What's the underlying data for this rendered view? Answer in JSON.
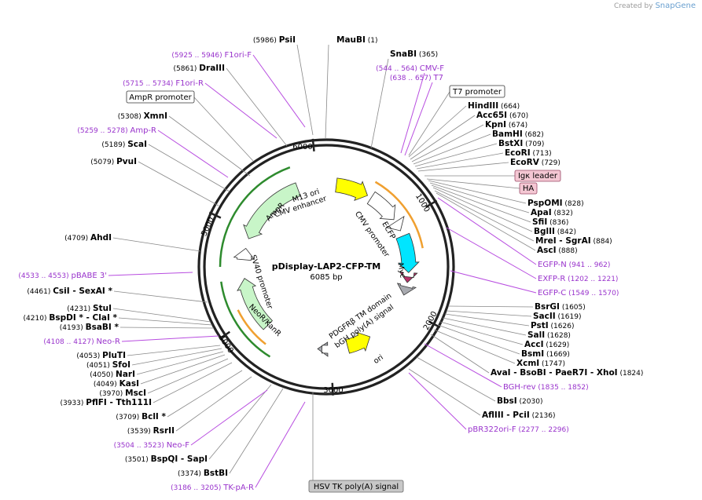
{
  "credit": {
    "prefix": "Created by",
    "brand": "SnapGene"
  },
  "plasmid": {
    "name": "pDisplay-LAP2-CFP-TM",
    "length_label": "6085 bp"
  },
  "ticks": [
    "1000",
    "2000",
    "3000",
    "4000",
    "5000",
    "6000"
  ],
  "features": [
    "M13 ori",
    "CMV enhancer",
    "CMV promoter",
    "ECFP",
    "Myc",
    "PDGFRβ TM domain",
    "bGH poly(A) signal",
    "ori",
    "SV40 promoter",
    "NeoR/KanR",
    "AmpR"
  ],
  "colors": {
    "ampr": "#c8f5c8",
    "neor": "#c8f5c8",
    "ecfp": "#00e5ff",
    "ori": "#ffff00",
    "cmv_enh": "#ffffff",
    "myc": "#b8336a",
    "tm": "#a8aab0",
    "polya": "#a8aab0",
    "site_label": "#9933cc",
    "primer_line": "#b84de0",
    "orange": "#f0a030",
    "green": "#2e8b2e"
  },
  "sites": [
    {
      "pos": "(5986)",
      "name": "PsiI"
    },
    {
      "pos": "(1)",
      "name": "MauBI"
    },
    {
      "pos": "(365)",
      "name": "SnaBI"
    },
    {
      "pos": "(664)",
      "name": "HindIII"
    },
    {
      "pos": "(670)",
      "name": "Acc65I"
    },
    {
      "pos": "(674)",
      "name": "KpnI"
    },
    {
      "pos": "(682)",
      "name": "BamHI"
    },
    {
      "pos": "(709)",
      "name": "BstXI"
    },
    {
      "pos": "(713)",
      "name": "EcoRI"
    },
    {
      "pos": "(729)",
      "name": "EcoRV"
    },
    {
      "pos": "(828)",
      "name": "PspOMI"
    },
    {
      "pos": "(832)",
      "name": "ApaI"
    },
    {
      "pos": "(836)",
      "name": "SfiI"
    },
    {
      "pos": "(842)",
      "name": "BglII"
    },
    {
      "pos": "(884)",
      "name": "MreI - SgrAI"
    },
    {
      "pos": "(888)",
      "name": "AscI"
    },
    {
      "pos": "(1605)",
      "name": "BsrGI"
    },
    {
      "pos": "(1619)",
      "name": "SacII"
    },
    {
      "pos": "(1626)",
      "name": "PstI"
    },
    {
      "pos": "(1628)",
      "name": "SalI"
    },
    {
      "pos": "(1629)",
      "name": "AccI"
    },
    {
      "pos": "(1669)",
      "name": "BsmI"
    },
    {
      "pos": "(1747)",
      "name": "XcmI"
    },
    {
      "pos": "(1824)",
      "name": "AvaI - BsoBI - PaeR7I - XhoI"
    },
    {
      "pos": "(2030)",
      "name": "BbsI"
    },
    {
      "pos": "(2136)",
      "name": "AflIII - PciI"
    },
    {
      "pos": "(3374)",
      "name": "BstBI"
    },
    {
      "pos": "(3501)",
      "name": "BspQI - SapI"
    },
    {
      "pos": "(3539)",
      "name": "RsrII"
    },
    {
      "pos": "(3709)",
      "name": "BclI *"
    },
    {
      "pos": "(3933)",
      "name": "PflFI - Tth111I"
    },
    {
      "pos": "(3970)",
      "name": "MscI"
    },
    {
      "pos": "(4049)",
      "name": "KasI"
    },
    {
      "pos": "(4050)",
      "name": "NarI"
    },
    {
      "pos": "(4051)",
      "name": "SfoI"
    },
    {
      "pos": "(4053)",
      "name": "PluTI"
    },
    {
      "pos": "(4193)",
      "name": "BsaBI *"
    },
    {
      "pos": "(4210)",
      "name": "BspDI * - ClaI *"
    },
    {
      "pos": "(4231)",
      "name": "StuI"
    },
    {
      "pos": "(4461)",
      "name": "CsiI - SexAI *"
    },
    {
      "pos": "(4709)",
      "name": "AhdI"
    },
    {
      "pos": "(5079)",
      "name": "PvuI"
    },
    {
      "pos": "(5189)",
      "name": "ScaI"
    },
    {
      "pos": "(5308)",
      "name": "XmnI"
    },
    {
      "pos": "(5861)",
      "name": "DraIII"
    }
  ],
  "primers": [
    {
      "name": "F1ori-F",
      "range": "(5925 .. 5946)"
    },
    {
      "name": "F1ori-R",
      "range": "(5715 .. 5734)"
    },
    {
      "name": "Amp-R",
      "range": "(5259 .. 5278)"
    },
    {
      "name": "CMV-F",
      "range": "(544 .. 564)"
    },
    {
      "name": "T7",
      "range": "(638 .. 657)"
    },
    {
      "name": "EGFP-N",
      "range": "(941 .. 962)"
    },
    {
      "name": "EXFP-R",
      "range": "(1202 .. 1221)"
    },
    {
      "name": "EGFP-C",
      "range": "(1549 .. 1570)"
    },
    {
      "name": "BGH-rev",
      "range": "(1835 .. 1852)"
    },
    {
      "name": "pBR322ori-F",
      "range": "(2277 .. 2296)"
    },
    {
      "name": "TK-pA-R",
      "range": "(3186 .. 3205)"
    },
    {
      "name": "Neo-F",
      "range": "(3504 .. 3523)"
    },
    {
      "name": "Neo-R",
      "range": "(4108 .. 4127)"
    },
    {
      "name": "pBABE 3'",
      "range": "(4533 .. 4553)"
    }
  ],
  "boxes": [
    {
      "label": "AmpR promoter",
      "style": "white"
    },
    {
      "label": "T7 promoter",
      "style": "white"
    },
    {
      "label": "Igκ leader",
      "style": "pink"
    },
    {
      "label": "HA",
      "style": "pink"
    },
    {
      "label": "HSV TK poly(A) signal",
      "style": "gray"
    }
  ]
}
